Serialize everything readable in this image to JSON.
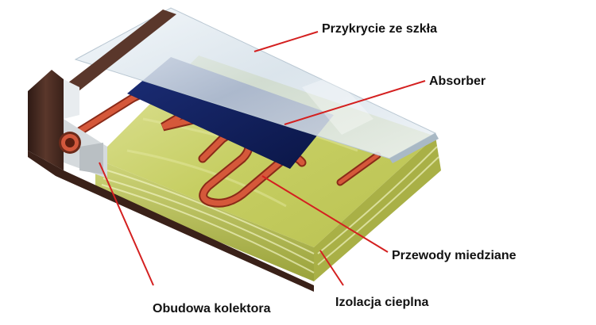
{
  "labels": {
    "glass_cover": "Przykrycie ze szkła",
    "absorber": "Absorber",
    "copper_pipes": "Przewody miedziane",
    "housing": "Obudowa kolektora",
    "insulation": "Izolacja cieplna"
  },
  "colors": {
    "leader_line": "#d42020",
    "housing": "#4a2c22",
    "absorber": "#0f1f5e",
    "insulation": "#c8cf66",
    "copper": "#c5452a",
    "glass": "#dbe6ee"
  }
}
